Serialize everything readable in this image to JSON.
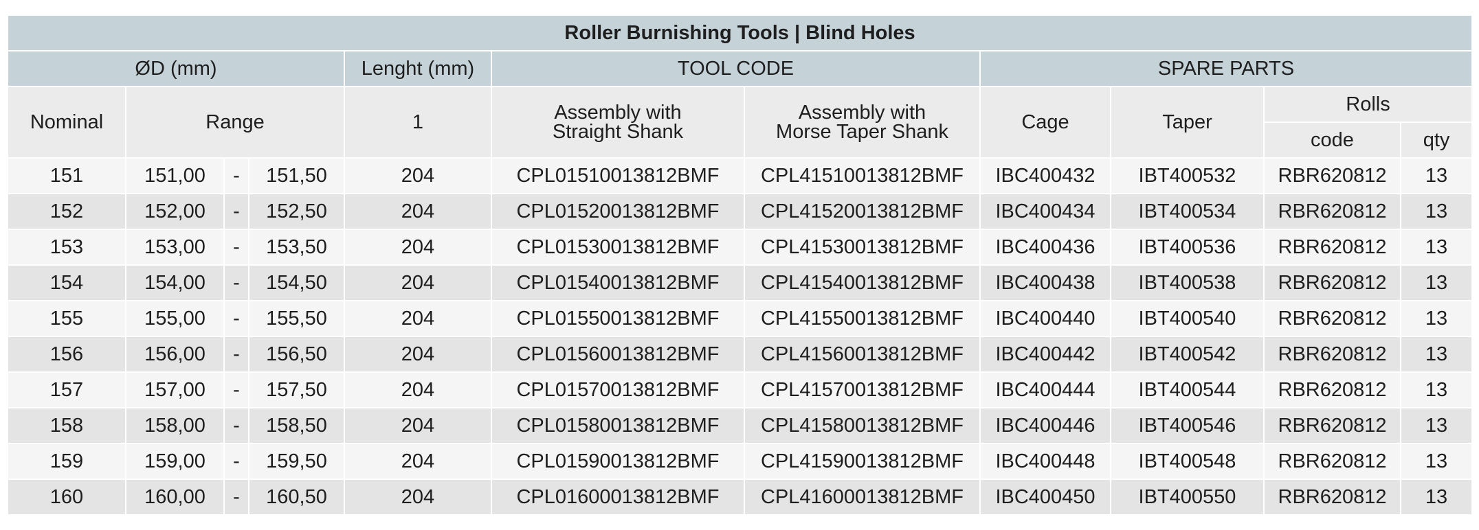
{
  "title": "Roller Burnishing Tools | Blind Holes",
  "groups": {
    "diameter": "ØD (mm)",
    "length": "Lenght (mm)",
    "tool_code": "TOOL CODE",
    "spare_parts": "SPARE PARTS"
  },
  "columns": {
    "nominal": "Nominal",
    "range": "Range",
    "length_1": "1",
    "straight_line1": "Assembly with",
    "straight_line2": "Straight Shank",
    "morse_line1": "Assembly with",
    "morse_line2": "Morse Taper Shank",
    "cage": "Cage",
    "taper": "Taper",
    "rolls": "Rolls",
    "rolls_code": "code",
    "rolls_qty": "qty"
  },
  "rows": [
    {
      "nominal": "151",
      "range_min": "151,00",
      "sep": "-",
      "range_max": "151,50",
      "length": "204",
      "straight": "CPL01510013812BMF",
      "morse": "CPL41510013812BMF",
      "cage": "IBC400432",
      "taper": "IBT400532",
      "rolls_code": "RBR620812",
      "qty": "13"
    },
    {
      "nominal": "152",
      "range_min": "152,00",
      "sep": "-",
      "range_max": "152,50",
      "length": "204",
      "straight": "CPL01520013812BMF",
      "morse": "CPL41520013812BMF",
      "cage": "IBC400434",
      "taper": "IBT400534",
      "rolls_code": "RBR620812",
      "qty": "13"
    },
    {
      "nominal": "153",
      "range_min": "153,00",
      "sep": "-",
      "range_max": "153,50",
      "length": "204",
      "straight": "CPL01530013812BMF",
      "morse": "CPL41530013812BMF",
      "cage": "IBC400436",
      "taper": "IBT400536",
      "rolls_code": "RBR620812",
      "qty": "13"
    },
    {
      "nominal": "154",
      "range_min": "154,00",
      "sep": "-",
      "range_max": "154,50",
      "length": "204",
      "straight": "CPL01540013812BMF",
      "morse": "CPL41540013812BMF",
      "cage": "IBC400438",
      "taper": "IBT400538",
      "rolls_code": "RBR620812",
      "qty": "13"
    },
    {
      "nominal": "155",
      "range_min": "155,00",
      "sep": "-",
      "range_max": "155,50",
      "length": "204",
      "straight": "CPL01550013812BMF",
      "morse": "CPL41550013812BMF",
      "cage": "IBC400440",
      "taper": "IBT400540",
      "rolls_code": "RBR620812",
      "qty": "13"
    },
    {
      "nominal": "156",
      "range_min": "156,00",
      "sep": "-",
      "range_max": "156,50",
      "length": "204",
      "straight": "CPL01560013812BMF",
      "morse": "CPL41560013812BMF",
      "cage": "IBC400442",
      "taper": "IBT400542",
      "rolls_code": "RBR620812",
      "qty": "13"
    },
    {
      "nominal": "157",
      "range_min": "157,00",
      "sep": "-",
      "range_max": "157,50",
      "length": "204",
      "straight": "CPL01570013812BMF",
      "morse": "CPL41570013812BMF",
      "cage": "IBC400444",
      "taper": "IBT400544",
      "rolls_code": "RBR620812",
      "qty": "13"
    },
    {
      "nominal": "158",
      "range_min": "158,00",
      "sep": "-",
      "range_max": "158,50",
      "length": "204",
      "straight": "CPL01580013812BMF",
      "morse": "CPL41580013812BMF",
      "cage": "IBC400446",
      "taper": "IBT400546",
      "rolls_code": "RBR620812",
      "qty": "13"
    },
    {
      "nominal": "159",
      "range_min": "159,00",
      "sep": "-",
      "range_max": "159,50",
      "length": "204",
      "straight": "CPL01590013812BMF",
      "morse": "CPL41590013812BMF",
      "cage": "IBC400448",
      "taper": "IBT400548",
      "rolls_code": "RBR620812",
      "qty": "13"
    },
    {
      "nominal": "160",
      "range_min": "160,00",
      "sep": "-",
      "range_max": "160,50",
      "length": "204",
      "straight": "CPL01600013812BMF",
      "morse": "CPL41600013812BMF",
      "cage": "IBC400450",
      "taper": "IBT400550",
      "rolls_code": "RBR620812",
      "qty": "13"
    }
  ]
}
